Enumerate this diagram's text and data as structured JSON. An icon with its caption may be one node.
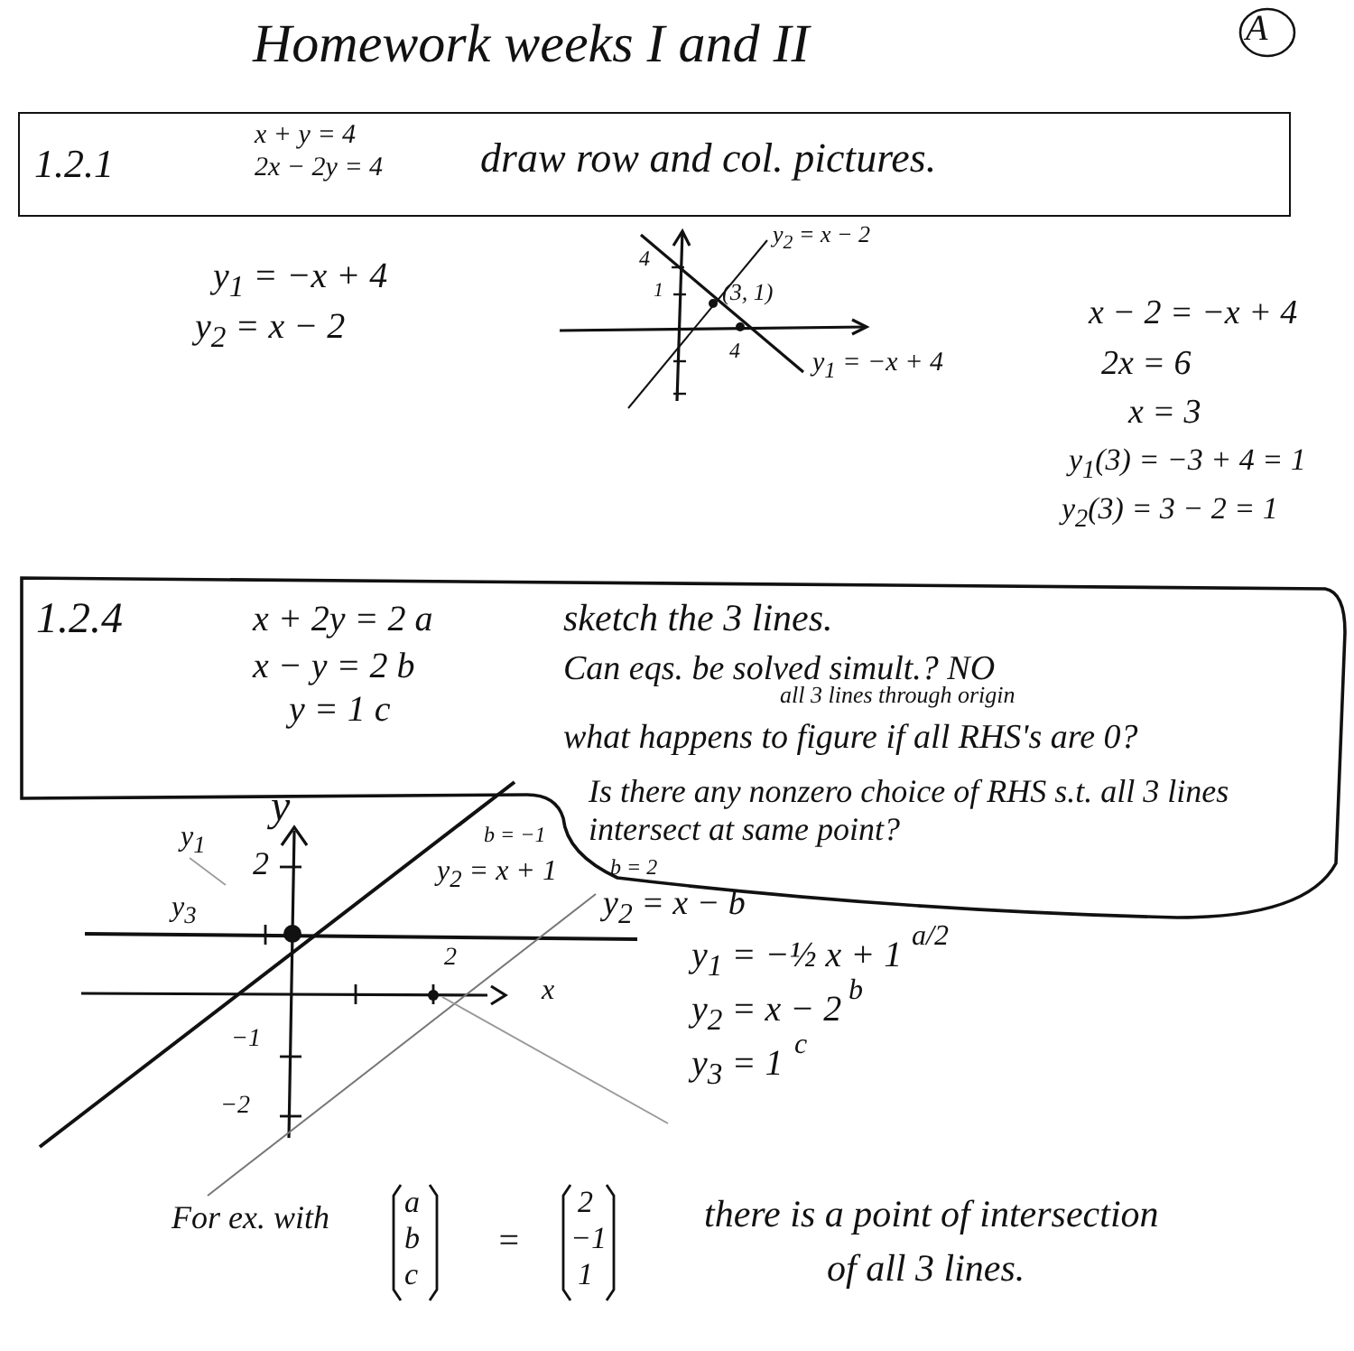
{
  "diagram": {
    "title": "Homework weeks I and II",
    "nodes": [
      {
        "text": [
          "1.2.1",
          "x + y = 4",
          "2x − 2y = 4",
          "draw row and col. pictures."
        ]
      },
      {
        "text": [
          "1.2.4",
          "x + 2y = 2 a",
          "x − y = 2 b",
          "y = 1 c",
          "sketch the 3 lines.",
          "Can eqs. be solved simult.? NO",
          "all 3 lines through origin",
          "what happens to figure if all RHS's are 0?",
          "Is there any nonzero choice of RHS s.t. all 3 lines intersect at same point?"
        ]
      }
    ],
    "labels": [
      "A",
      "y$_{1}$ = −x + 4",
      "y$_{2}$ = x − 2",
      "y$_{2}$ = x − 2",
      "4",
      "1",
      "(3, 1)",
      "4",
      "y$_{1}$ = −x + 4",
      "x − 2 = −x + 4",
      "2x = 6",
      "x = 3",
      "y$_{1}$(3) = −3 + 4 = 1",
      "y$_{2}$(3) = 3 − 2 = 1",
      "y",
      "y$_{1}$",
      "2",
      "b = −1",
      "y$_{2}$ = x + 1",
      "b = 2",
      "y$_{2}$ = x − b",
      "y$_{3}$",
      "2",
      "x",
      "−1",
      "−2",
      "y$_{1}$ = −½ x + 1",
      "a/2",
      "y$_{2}$ = x − 2",
      "b",
      "y$_{3}$ = 1",
      "c",
      "For ex. with",
      "a",
      "b",
      "c",
      "=",
      "2",
      "−1",
      "1",
      "there is a point of intersection",
      "of all 3 lines."
    ]
  }
}
